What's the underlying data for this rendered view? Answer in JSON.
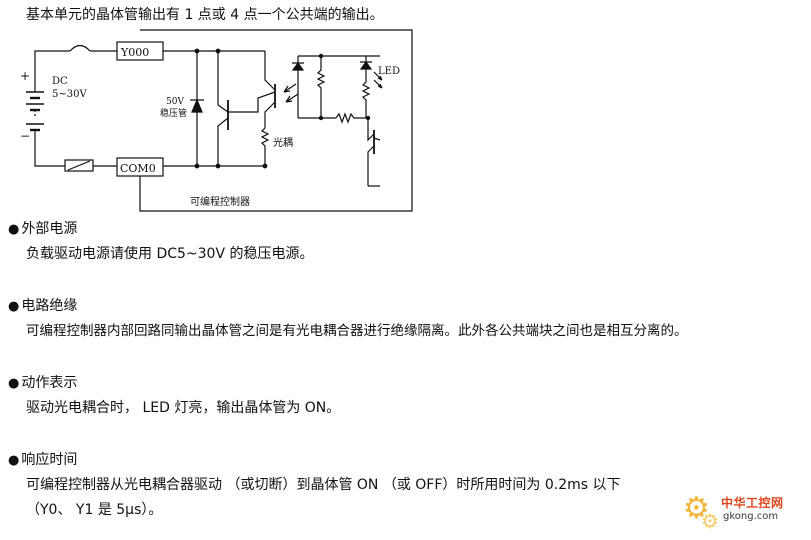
{
  "intro": "基本单元的晶体管输出有 1 点或 4 点一个公共端的输出。",
  "diagram": {
    "terminal_top": "Y000",
    "terminal_bottom": "COM0",
    "source_label": "DC",
    "source_range": "5~30V",
    "plus_sign": "+",
    "minus_sign": "−",
    "zener_value": "50V",
    "zener_label": "稳压管",
    "optocoupler_label": "光耦",
    "led_label": "LED",
    "box_label": "可编程控制器"
  },
  "sections": [
    {
      "heading": "外部电源",
      "body": [
        "负载驱动电源请使用 DC5~30V 的稳压电源。"
      ]
    },
    {
      "heading": "电路绝缘",
      "body": [
        "可编程控制器内部回路同输出晶体管之间是有光电耦合器进行绝缘隔离。此外各公共端块之间也是相互分离的。"
      ]
    },
    {
      "heading": "动作表示",
      "body": [
        "驱动光电耦合时， LED 灯亮，输出晶体管为 ON。"
      ]
    },
    {
      "heading": "响应时间",
      "body": [
        "可编程控制器从光电耦合器驱动 （或切断）到晶体管 ON （或 OFF）时所用时间为 0.2ms 以下",
        "（Y0、 Y1 是 5μs）。"
      ]
    }
  ],
  "bullet_symbol": "●",
  "watermark": {
    "title": "中华工控网",
    "url": "gkong.com",
    "color": "#e0451c"
  }
}
